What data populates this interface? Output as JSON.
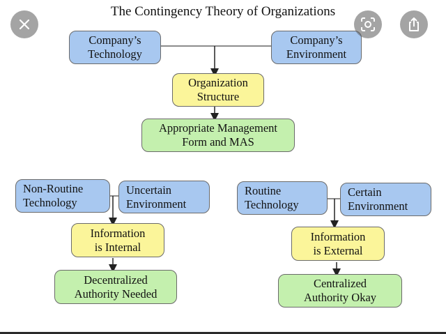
{
  "diagram": {
    "title": "The Contingency Theory of Organizations",
    "top": {
      "technology": [
        "Company’s",
        "Technology"
      ],
      "environment": [
        "Company’s",
        "Environment"
      ],
      "structure": [
        "Organization",
        "Structure"
      ],
      "management": [
        "Appropriate Management",
        "Form and MAS"
      ]
    },
    "left_branch": {
      "technology": [
        "Non-Routine",
        "Technology"
      ],
      "environment": [
        "Uncertain",
        "Environment"
      ],
      "information": [
        "Information",
        "is Internal"
      ],
      "authority": [
        "Decentralized",
        "Authority Needed"
      ]
    },
    "right_branch": {
      "technology": [
        "Routine",
        "Technology"
      ],
      "environment": [
        "Certain",
        "Environment"
      ],
      "information": [
        "Information",
        "is External"
      ],
      "authority": [
        "Centralized",
        "Authority Okay"
      ]
    }
  },
  "overlay": {
    "close": "close-icon",
    "lens": "lens-search-icon",
    "share": "share-icon"
  },
  "colors": {
    "blue": "#a8c8f0",
    "yellow": "#fbf59a",
    "green": "#c4f0ae"
  }
}
